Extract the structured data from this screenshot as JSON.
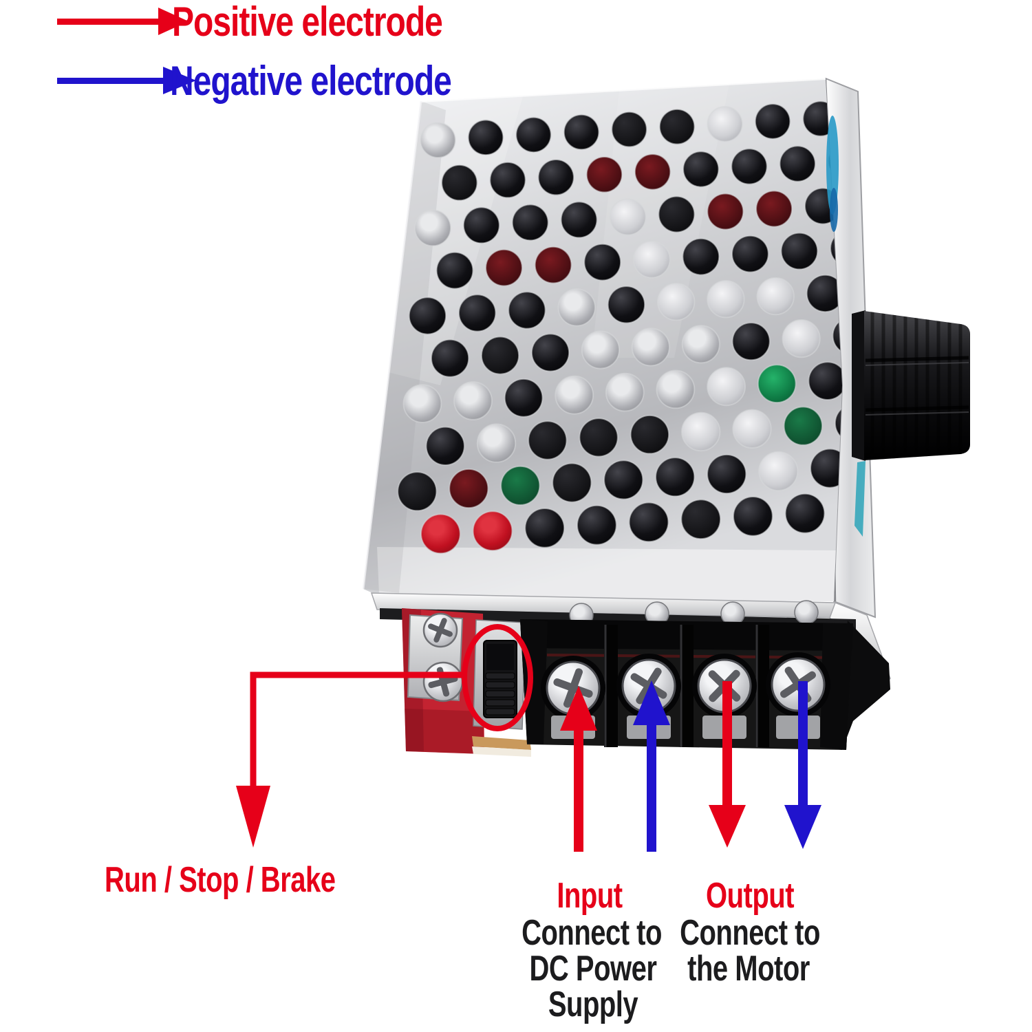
{
  "colors": {
    "red": "#e60019",
    "blue": "#2013cd",
    "text_black": "#1c1c1e",
    "pcb_red": "#c32331",
    "metal_silver": "#d2d3d6",
    "green_component": "#178a52"
  },
  "legend": {
    "positive": {
      "label": "Positive electrode",
      "icon": "right-arrow-red"
    },
    "negative": {
      "label": "Negative electrode",
      "icon": "right-arrow-blue"
    }
  },
  "annotations": {
    "run_stop_brake": {
      "label": "Run / Stop / Brake"
    },
    "input": {
      "title": "Input",
      "line1": "Connect to",
      "line2": "DC Power",
      "line3": "Supply"
    },
    "output": {
      "title": "Output",
      "line1": "Connect to",
      "line2": "the Motor"
    }
  }
}
